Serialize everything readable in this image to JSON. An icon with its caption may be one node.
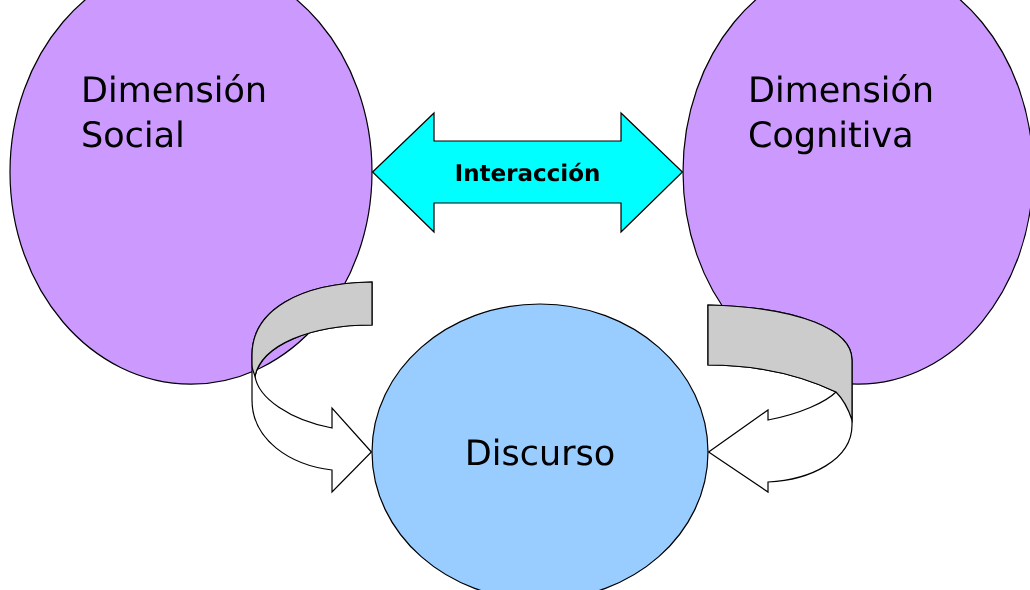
{
  "diagram": {
    "nodes": [
      {
        "text": [
          "Dimensión Social"
        ]
      },
      {
        "text": [
          "Dimensión Cognitiva"
        ]
      },
      {
        "text": [
          "Discurso"
        ]
      }
    ],
    "edges": [
      {
        "from": 0,
        "to": 1,
        "arrow": "both",
        "label": "Interacción",
        "color": "#00ffff"
      },
      {
        "from": 0,
        "to": 2,
        "arrow": "to"
      },
      {
        "from": 1,
        "to": 2,
        "arrow": "to"
      }
    ]
  }
}
